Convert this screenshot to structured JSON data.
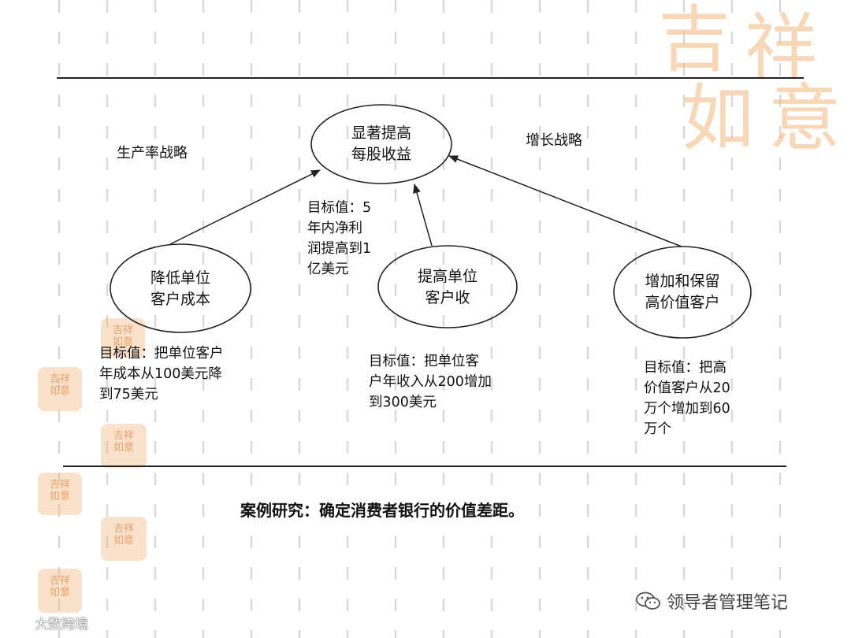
{
  "diagram": {
    "top_goal": {
      "line1": "显著提高",
      "line2": "每股收益"
    },
    "left_strategy": "生产率战略",
    "right_strategy": "增长战略",
    "goal_target": [
      "目标值：5",
      "年内净利",
      "润提高到1",
      "亿美元"
    ],
    "nodes": [
      {
        "line1": "降低单位",
        "line2": "客户成本"
      },
      {
        "line1": "提高单位",
        "line2": "客户收"
      },
      {
        "line1": "增加和保留",
        "line2": "高价值客户"
      }
    ],
    "targets": [
      [
        "目标值：把单位客户",
        "年成本从100美元降",
        "到75美元"
      ],
      [
        "目标值：把单位客",
        "户年收入从200增加",
        "到300美元"
      ],
      [
        "目标值：把高",
        "价值客户从20",
        "万个增加到60",
        "万个"
      ]
    ],
    "colors": {
      "line": "#222222",
      "logo": "#f3bc8c",
      "dash": "#d9d9d9"
    }
  },
  "caption": "案例研究：确定消费者银行的价值差距。",
  "watermark": {
    "logo_text": "吉祥如意",
    "wechat_label": "领导者管理笔记",
    "corner_label": "大数跨境",
    "wechat_icon": "wechat-icon"
  }
}
